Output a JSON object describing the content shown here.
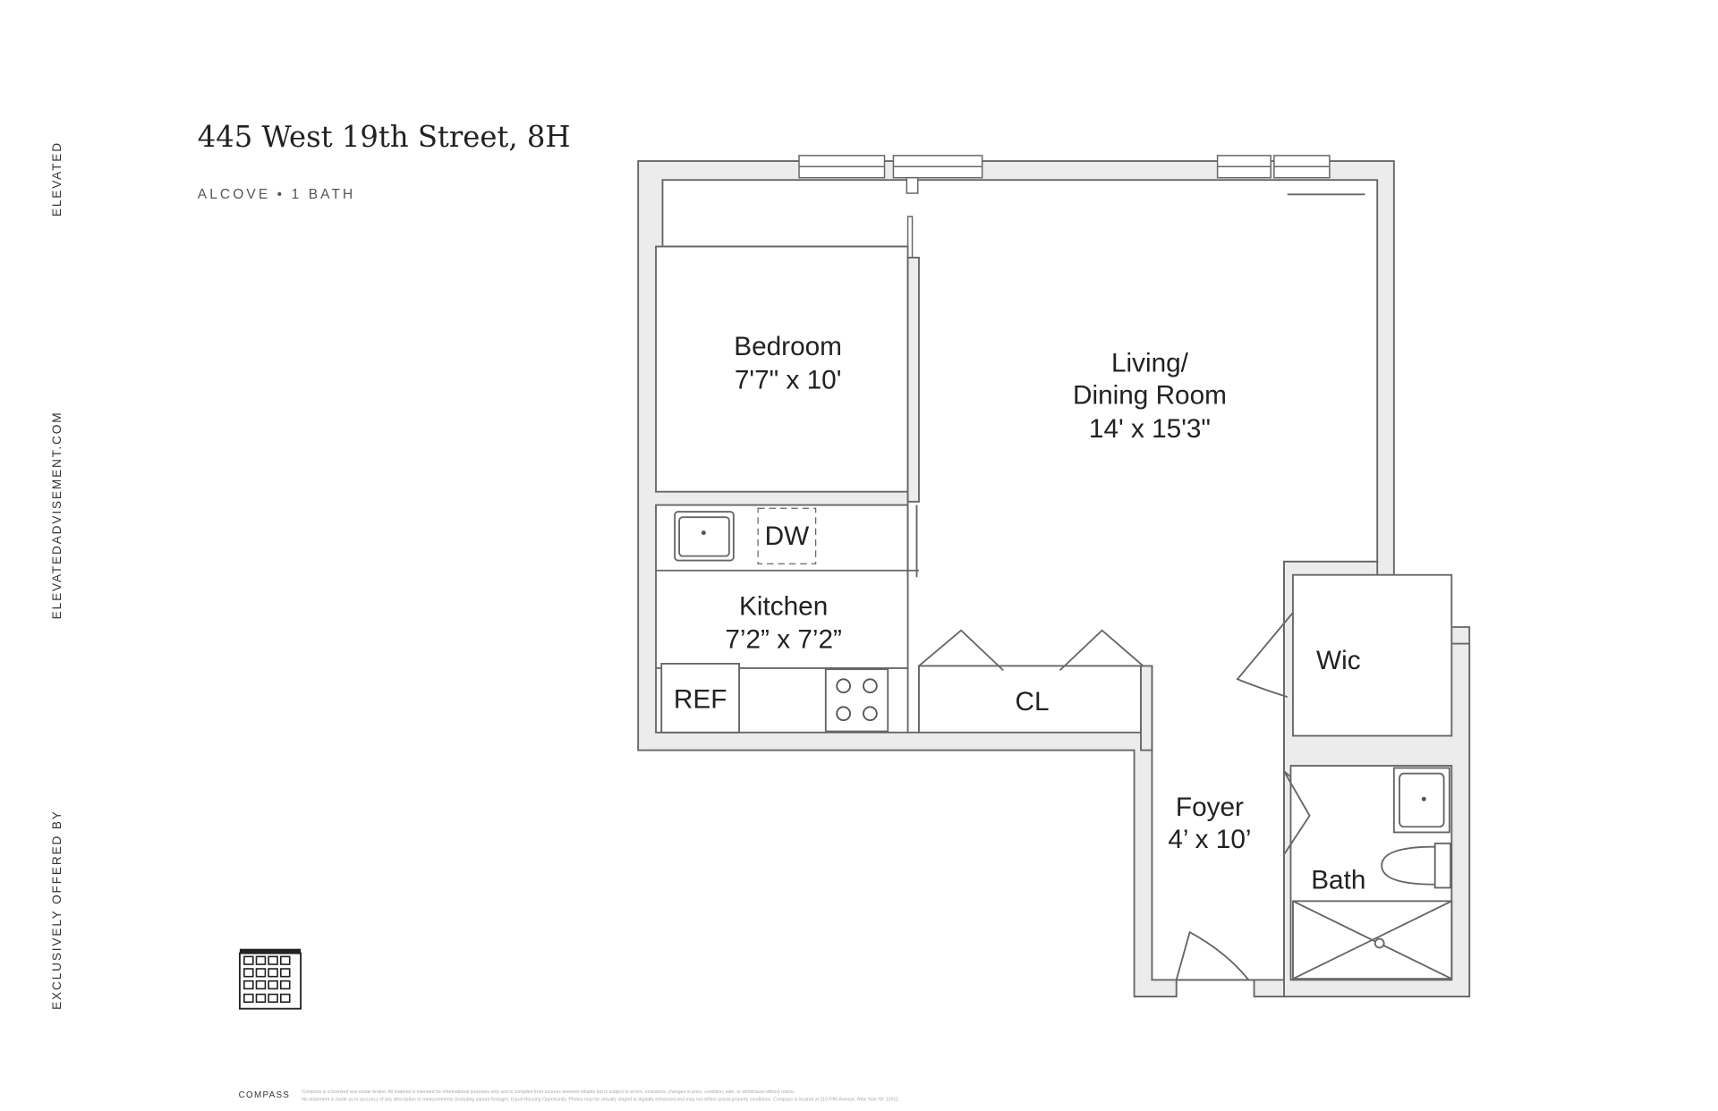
{
  "header": {
    "title": "445 West 19th Street, 8H",
    "subtitle": "ALCOVE • 1 BATH"
  },
  "sidebar": {
    "brand": "ELEVATED",
    "website": "ELEVATEDADVISEMENT.COM",
    "offered_by": "EXCLUSIVELY OFFERED BY"
  },
  "rooms": {
    "bedroom": {
      "name": "Bedroom",
      "size": "7'7\" x 10'"
    },
    "living": {
      "name_line1": "Living/",
      "name_line2": "Dining Room",
      "size": "14' x 15'3\""
    },
    "kitchen": {
      "name": "Kitchen",
      "size": "7’2” x 7’2”"
    },
    "dw": "DW",
    "ref": "REF",
    "closet": "CL",
    "wic": "Wic",
    "foyer": {
      "name": "Foyer",
      "size": "4’ x 10’"
    },
    "bath": "Bath"
  },
  "footer": {
    "brand": "COMPASS",
    "line1": "Compass is a licensed real estate broker. All material is intended for informational purposes only and is compiled from sources deemed reliable but is subject to errors, omissions, changes in price, condition, sale, or withdrawal without notice.",
    "line2": "No statement is made as to accuracy of any description or measurements (including square footage). Equal Housing Opportunity. Photos may be virtually staged or digitally enhanced and may not reflect actual property conditions. Compass is located at 110 Fifth Avenue, New York NY 10011."
  }
}
